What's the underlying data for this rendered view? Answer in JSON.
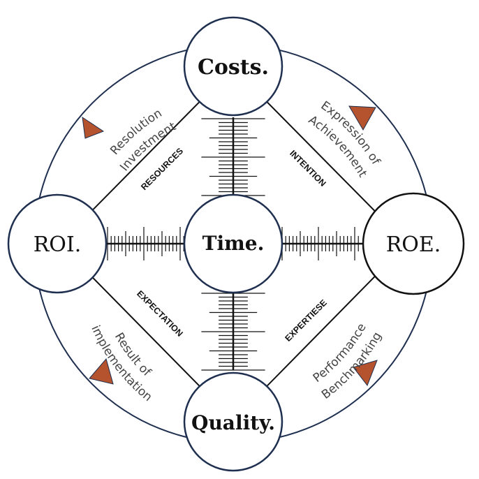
{
  "nodes": {
    "top": "Costs.",
    "left": "ROI.",
    "right": "ROE.",
    "bottom": "Quality.",
    "center": "Time."
  },
  "edges": {
    "top_left": "RESOURCES",
    "top_right": "INTENTION",
    "bottom_left": "EXPECTATION",
    "bottom_right": "EXPERTIESE"
  },
  "arcs": {
    "top_left": [
      "Resolution",
      "Investment"
    ],
    "top_right": [
      "Expression of",
      "Achievement"
    ],
    "bottom_left": [
      "Result of",
      "implementation"
    ],
    "bottom_right": [
      "Performance",
      "Benchmarking"
    ]
  },
  "colors": {
    "outline": "#1f2f4f",
    "arrow": "#b4532e",
    "ruler": "#111111"
  }
}
